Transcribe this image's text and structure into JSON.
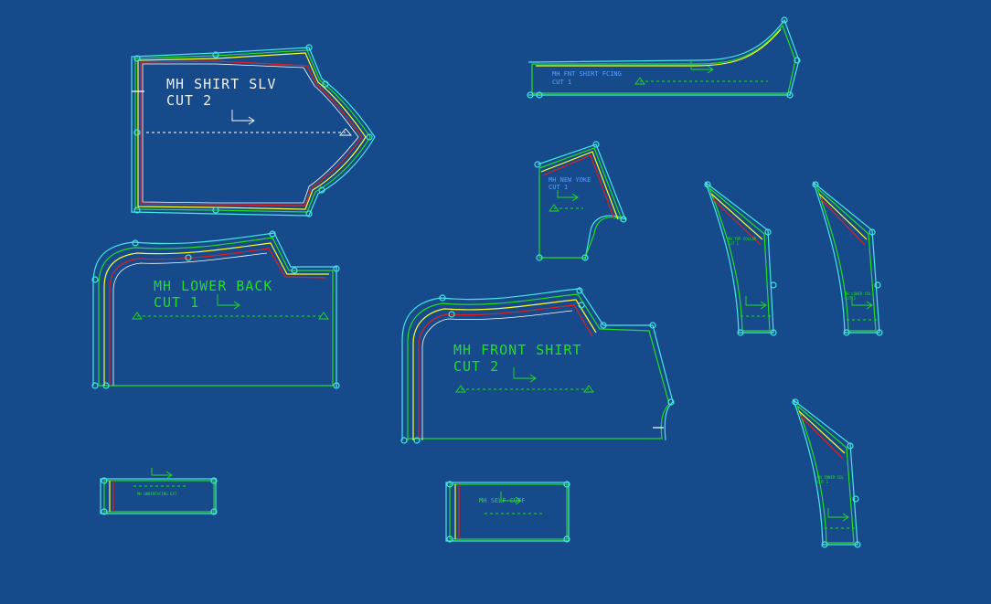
{
  "app": {
    "background": "#174A8A",
    "line_colors": {
      "cyan": "#44E6E6",
      "green": "#22DD22",
      "yellow": "#FFFF22",
      "red": "#E02020",
      "white": "#FFFFFF",
      "label_green": "#22DD22",
      "label_blue": "#5AA0FF",
      "label_white": "#F0F0F0"
    }
  },
  "pieces": {
    "sleeve": {
      "line1": "MH SHIRT SLV",
      "line2": "CUT 2"
    },
    "lower_back": {
      "line1": "MH LOWER BACK",
      "line2": "CUT 1"
    },
    "front_shirt": {
      "line1": "MH FRONT SHIRT",
      "line2": "CUT 2"
    },
    "front_facing": {
      "line1": "MH FNT SHIRT FCING",
      "line2": "CUT 1"
    },
    "new_yoke": {
      "line1": "MH NEW YOKE",
      "line2": "CUT 1"
    },
    "top_collar": {
      "line1": "MH TOP COLLAR",
      "line2": "CUT 1"
    },
    "lower_collar": {
      "line1": "MH LOWER COL",
      "line2": "CUT 1"
    },
    "inner_collar": {
      "line1": "MH INNER COL",
      "line2": "CUT 1"
    },
    "underfacing": {
      "line1": "MH UNDERFACING EXT"
    },
    "self_cuff": {
      "line1": "MH SELF CUFF"
    }
  }
}
